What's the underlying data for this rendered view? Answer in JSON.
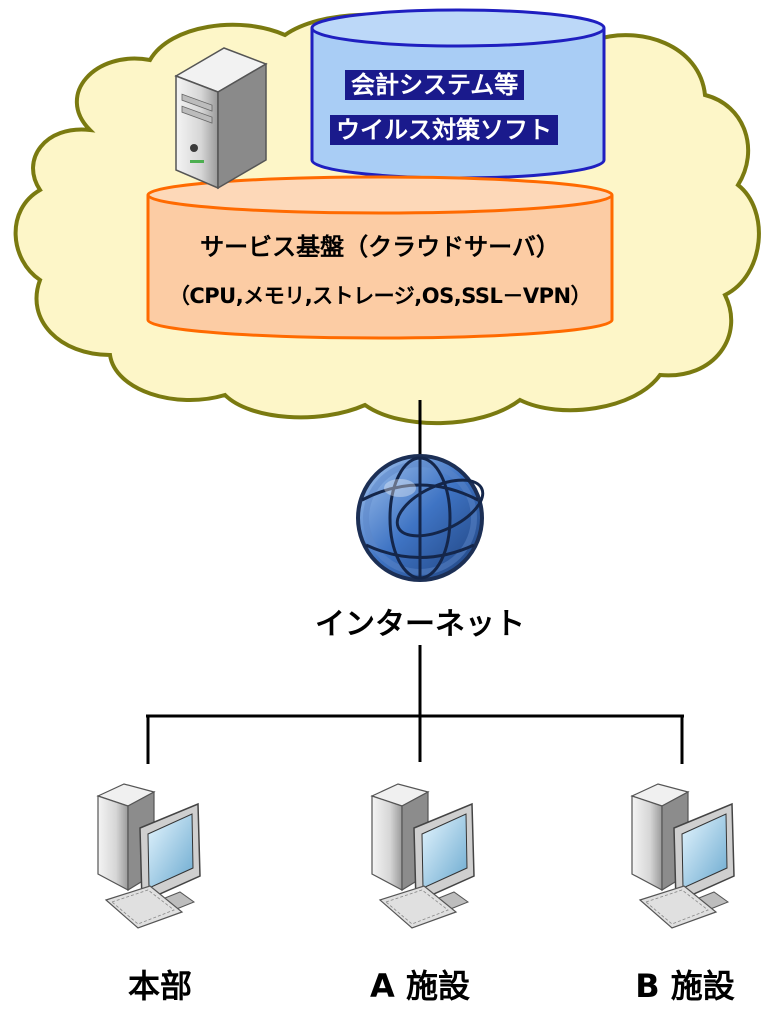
{
  "cloud": {
    "app_box_line1": "会計システム等",
    "app_box_line2": "ウイルス対策ソフト",
    "service_title": "サービス基盤（クラウドサーバ）",
    "service_detail": "（CPU,メモリ,ストレージ,OS,SSL－VPN）"
  },
  "internet": {
    "label": "インターネット"
  },
  "sites": [
    {
      "label": "本部"
    },
    {
      "label": "A 施設"
    },
    {
      "label": "B 施設"
    }
  ],
  "colors": {
    "cloud_fill": "#fdf6c8",
    "cloud_stroke": "#7a7a10",
    "app_cylinder": "#a9cdf5",
    "app_cylinder_stroke": "#1f1fc0",
    "service_cylinder": "#fccca4",
    "service_cylinder_stroke": "#ff6a00",
    "globe": "#3a6fbf",
    "label_bg": "#1a1a8c"
  },
  "icons": [
    "server-icon",
    "globe-icon",
    "desktop-pc-icon"
  ]
}
